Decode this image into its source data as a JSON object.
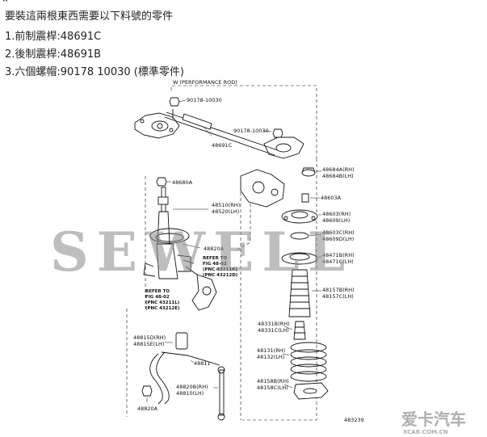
{
  "post": {
    "corner_mark": "··",
    "lines": [
      "要裝這兩根東西需要以下料號的零件",
      "1.前制震桿:48691C",
      "2.後制震桿:48691B",
      "3.六個螺帽:90178 10030 (標準零件)"
    ]
  },
  "diagram": {
    "header_label": "W (PERFORMANCE ROD)",
    "labels": {
      "nut_top": "90178-10030",
      "nut_right": "90178-10030",
      "rod": "48691C",
      "nut_strut": "48680A",
      "strut_rh": "48510(RH)",
      "strut_lh": "48520(LH)",
      "bracket": "48820A",
      "refer1_a": "REFER TO",
      "refer1_b": "FIG 48-02",
      "refer1_c": "(PNC 43211K)",
      "refer1_d": "(PNC 43212D)",
      "refer2_a": "REFER TO",
      "refer2_b": "FIG 48-02",
      "refer2_c": "(PNC 43211L)",
      "refer2_d": "(PNC 43212E)",
      "cap_rh": "48684A(RH)",
      "cap_lh": "48684B(LH)",
      "bolt": "48603A",
      "mount_rh": "48603(RH)",
      "mount_lh": "48609(LH)",
      "bear_rh": "48603C(RH)",
      "bear_lh": "48609D(LH)",
      "seat_rh": "48471B(RH)",
      "seat_lh": "48471C(LH)",
      "boot_rh": "48157B(RH)",
      "boot_lh": "48157C(LH)",
      "bump_rh": "48331B(RH)",
      "bump_lh": "48331C(LH)",
      "spring_rh": "48131(RH)",
      "spring_lh": "48132(LH)",
      "lseat_rh": "48158B(RH)",
      "lseat_lh": "48158C(LH)",
      "bush_rh": "48815D(RH)",
      "bush_lh": "48815E(LH)",
      "stab": "48811",
      "link_rh": "48820B(RH)",
      "link_lh": "48810(LH)",
      "bracket_b": "48820A",
      "fig_no": "483239"
    },
    "watermark": "SEWELL",
    "logo_main": "爱卡汽车",
    "logo_sub": "XCAR.COM.CN"
  }
}
